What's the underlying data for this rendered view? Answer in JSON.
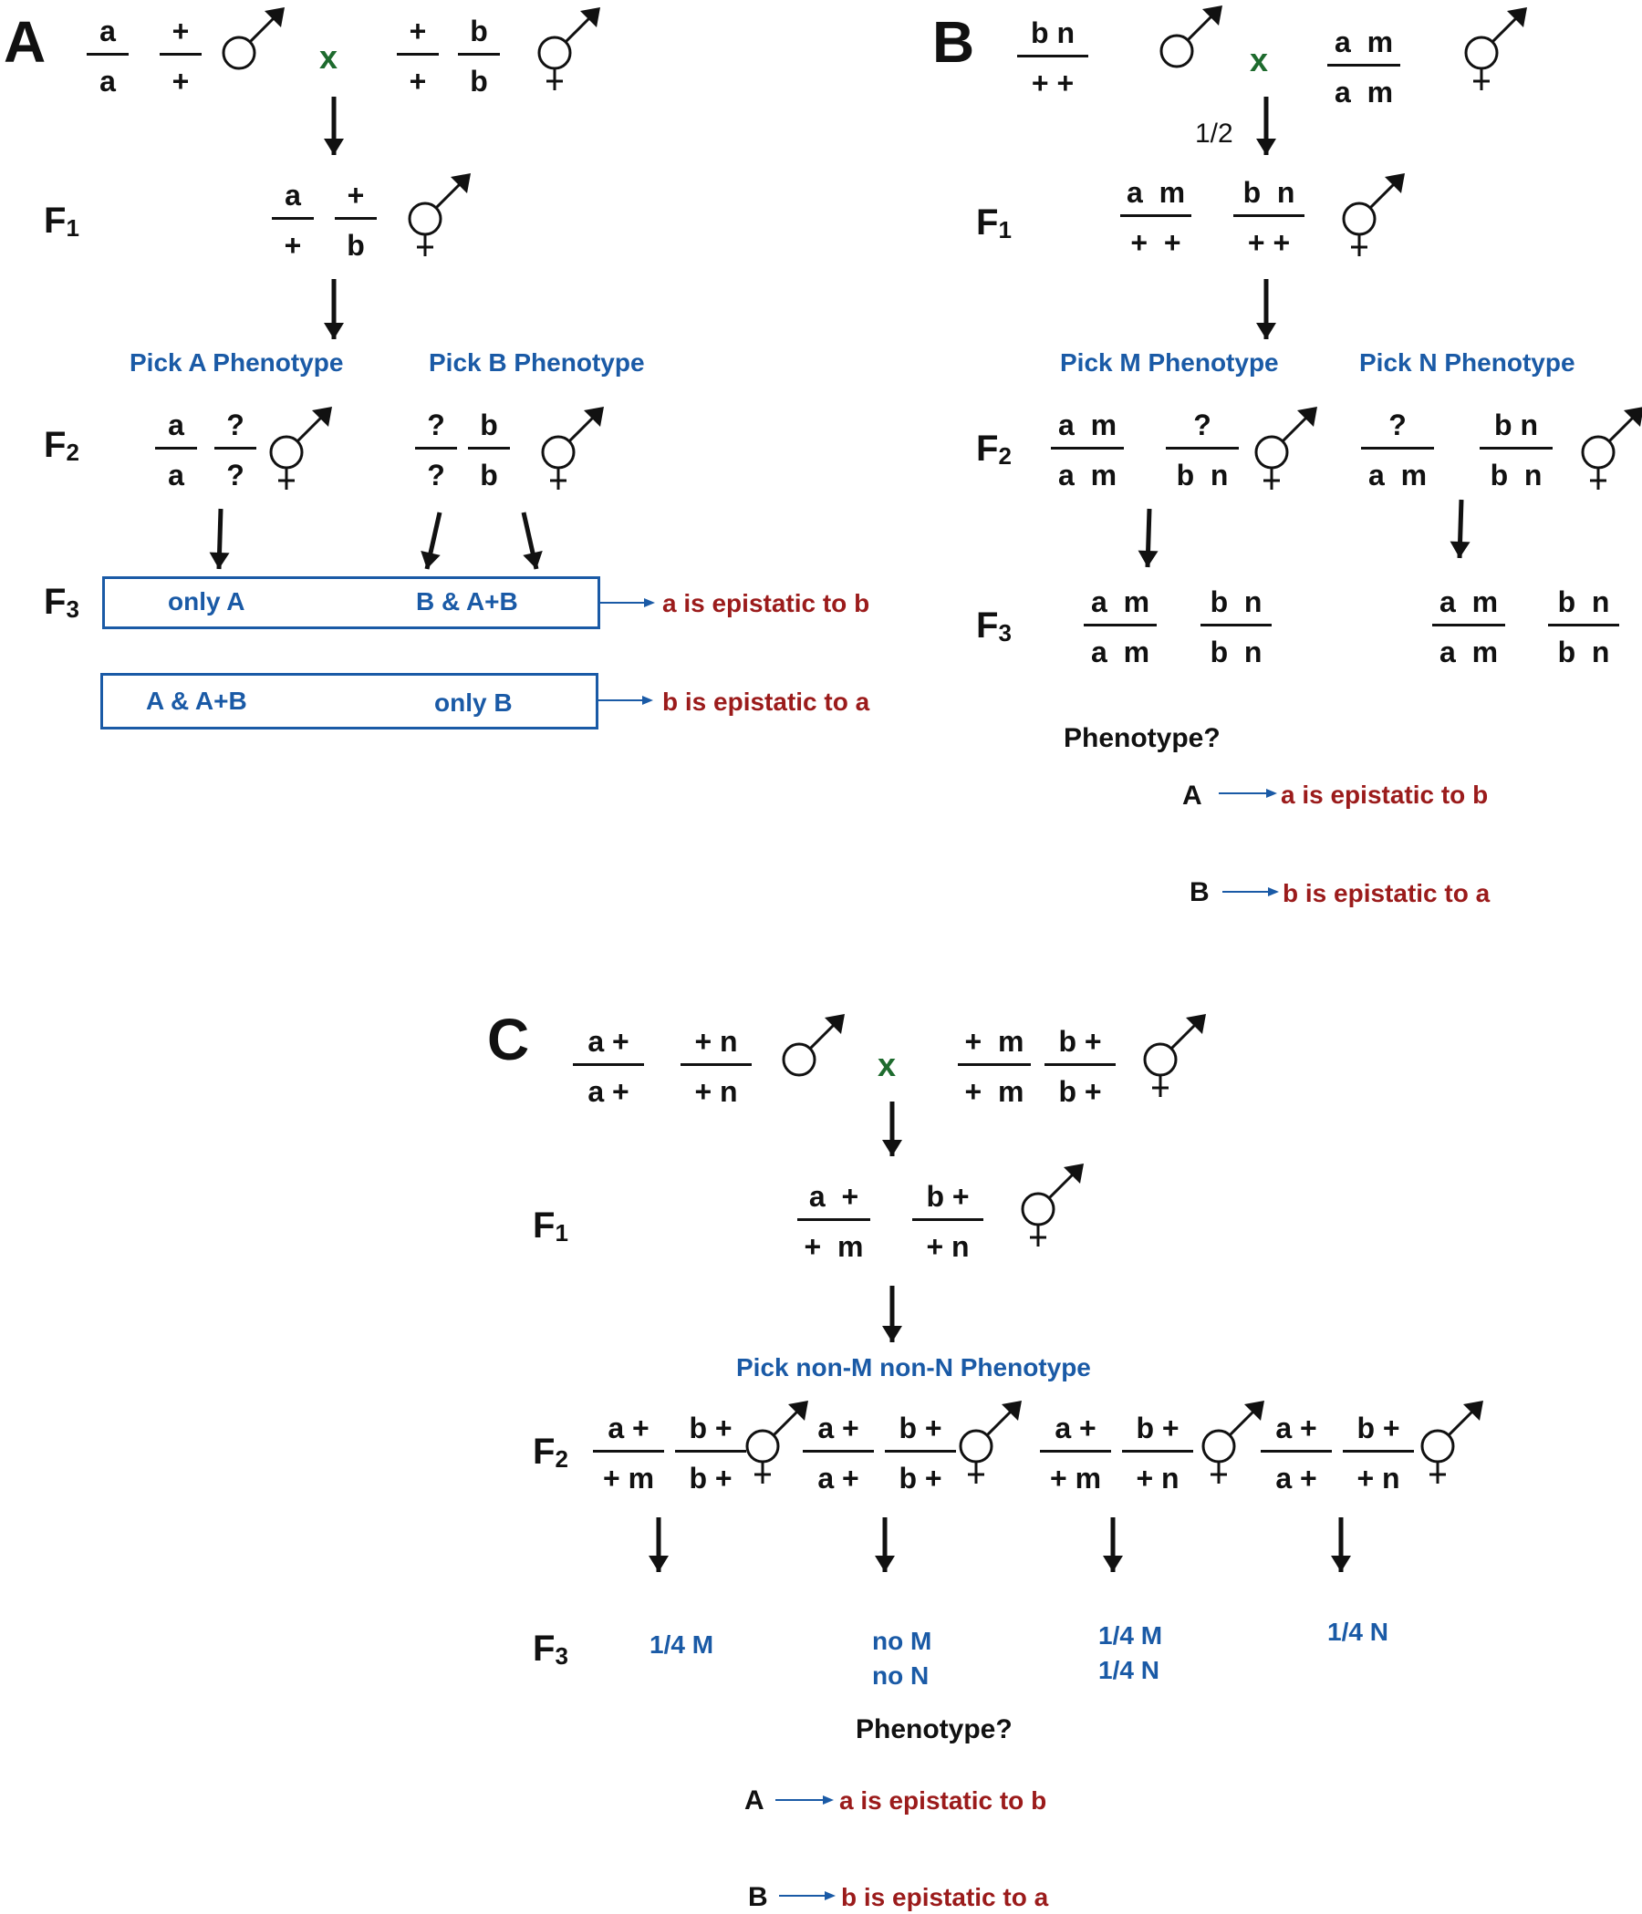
{
  "colors": {
    "blue": "#1a5aa6",
    "red": "#9b1b1b",
    "green": "#1e6b2e",
    "black": "#111111"
  },
  "icons": [
    "male-symbol-icon",
    "hermaphrodite-symbol-icon",
    "down-arrow-icon",
    "right-arrow-icon"
  ],
  "panel_a": {
    "letter": "A",
    "cross": "x",
    "p_male": [
      {
        "top": "a",
        "bottom": "a"
      },
      {
        "top": "+",
        "bottom": "+"
      }
    ],
    "p_herm": [
      {
        "top": "+",
        "bottom": "+"
      },
      {
        "top": "b",
        "bottom": "b"
      }
    ],
    "f1_label": "F",
    "f1_sub": "1",
    "f1": [
      {
        "top": "a",
        "bottom": "+"
      },
      {
        "top": "+",
        "bottom": "b"
      }
    ],
    "pick_a": "Pick A Phenotype",
    "pick_b": "Pick B Phenotype",
    "f2_label": "F",
    "f2_sub": "2",
    "f2_left": [
      {
        "top": "a",
        "bottom": "a"
      },
      {
        "top": "?",
        "bottom": "?"
      }
    ],
    "f2_right": [
      {
        "top": "?",
        "bottom": "?"
      },
      {
        "top": "b",
        "bottom": "b"
      }
    ],
    "f3_label": "F",
    "f3_sub": "3",
    "box1_left": "only A",
    "box1_right": "B  &  A+B",
    "box1_result": "a is epistatic to b",
    "box2_left": "A  &  A+B",
    "box2_right": "only B",
    "box2_result": "b is epistatic to a"
  },
  "panel_b": {
    "letter": "B",
    "cross": "x",
    "p_male": {
      "top": "b n",
      "bottom": "+ +"
    },
    "p_herm": {
      "top": "a  m",
      "bottom": "a  m"
    },
    "fraction": "1/2",
    "f1_label": "F",
    "f1_sub": "1",
    "f1": [
      {
        "top": "a  m",
        "bottom": "+  +"
      },
      {
        "top": "b  n",
        "bottom": "+ +"
      }
    ],
    "pick_m": "Pick M Phenotype",
    "pick_n": "Pick N Phenotype",
    "f2_label": "F",
    "f2_sub": "2",
    "f2_left": [
      {
        "top": "a  m",
        "bottom": "a  m"
      },
      {
        "top": "?",
        "bottom": "b  n"
      }
    ],
    "f2_right": [
      {
        "top": "?",
        "bottom": "a  m"
      },
      {
        "top": "b n",
        "bottom": "b  n"
      }
    ],
    "f3_label": "F",
    "f3_sub": "3",
    "f3_left": [
      {
        "top": "a  m",
        "bottom": "a  m"
      },
      {
        "top": "b  n",
        "bottom": "b  n"
      }
    ],
    "f3_right": [
      {
        "top": "a  m",
        "bottom": "a  m"
      },
      {
        "top": "b  n",
        "bottom": "b  n"
      }
    ],
    "question": "Phenotype?",
    "result_a_label": "A",
    "result_a_text": "a is epistatic to b",
    "result_b_label": "B",
    "result_b_text": "b is epistatic to a"
  },
  "panel_c": {
    "letter": "C",
    "cross": "x",
    "p_male": [
      {
        "top": "a +",
        "bottom": "a +"
      },
      {
        "top": "+ n",
        "bottom": "+ n"
      }
    ],
    "p_herm": [
      {
        "top": "+  m",
        "bottom": "+  m"
      },
      {
        "top": "b +",
        "bottom": "b +"
      }
    ],
    "f1_label": "F",
    "f1_sub": "1",
    "f1": [
      {
        "top": "a  +",
        "bottom": "+  m"
      },
      {
        "top": "b +",
        "bottom": "+ n"
      }
    ],
    "pick": "Pick non-M non-N Phenotype",
    "f2_label": "F",
    "f2_sub": "2",
    "f2": [
      [
        {
          "top": "a +",
          "bottom": "+ m"
        },
        {
          "top": "b +",
          "bottom": "b +"
        }
      ],
      [
        {
          "top": "a +",
          "bottom": "a +"
        },
        {
          "top": "b +",
          "bottom": "b +"
        }
      ],
      [
        {
          "top": "a +",
          "bottom": "+ m"
        },
        {
          "top": "b +",
          "bottom": "+ n"
        }
      ],
      [
        {
          "top": "a +",
          "bottom": "a +"
        },
        {
          "top": "b +",
          "bottom": "+ n"
        }
      ]
    ],
    "f3_label": "F",
    "f3_sub": "3",
    "f3_1": "1/4 M",
    "f3_2a": "no M",
    "f3_2b": "no N",
    "f3_3a": "1/4 M",
    "f3_3b": "1/4 N",
    "f3_4": "1/4 N",
    "question": "Phenotype?",
    "result_a_label": "A",
    "result_a_text": "a is epistatic to b",
    "result_b_label": "B",
    "result_b_text": "b is epistatic to a"
  }
}
